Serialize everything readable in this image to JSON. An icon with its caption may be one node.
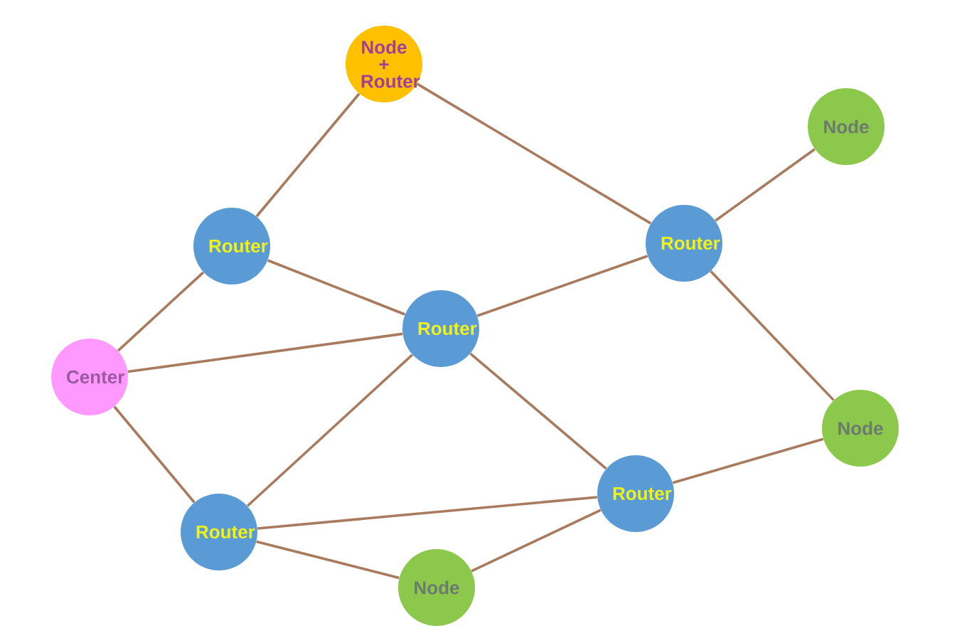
{
  "diagram": {
    "nodes": [
      {
        "text": [
          "Node + Router"
        ]
      },
      {
        "text": [
          "Node"
        ]
      },
      {
        "text": [
          "Router"
        ]
      },
      {
        "text": [
          "Router"
        ]
      },
      {
        "text": [
          "Router"
        ]
      },
      {
        "text": [
          "Center"
        ]
      },
      {
        "text": [
          "Node"
        ]
      },
      {
        "text": [
          "Router"
        ]
      },
      {
        "text": [
          "Router"
        ]
      },
      {
        "text": [
          "Node"
        ]
      }
    ],
    "edges": [
      {
        "from": 0,
        "to": 3,
        "arrow": "none"
      },
      {
        "from": 0,
        "to": 2,
        "arrow": "none"
      },
      {
        "from": 2,
        "to": 1,
        "arrow": "none"
      },
      {
        "from": 2,
        "to": 4,
        "arrow": "none"
      },
      {
        "from": 2,
        "to": 6,
        "arrow": "none"
      },
      {
        "from": 3,
        "to": 5,
        "arrow": "none"
      },
      {
        "from": 3,
        "to": 4,
        "arrow": "none"
      },
      {
        "from": 5,
        "to": 4,
        "arrow": "none"
      },
      {
        "from": 5,
        "to": 8,
        "arrow": "none"
      },
      {
        "from": 4,
        "to": 8,
        "arrow": "none"
      },
      {
        "from": 4,
        "to": 7,
        "arrow": "none"
      },
      {
        "from": 7,
        "to": 6,
        "arrow": "none"
      },
      {
        "from": 8,
        "to": 7,
        "arrow": "none"
      },
      {
        "from": 8,
        "to": 9,
        "arrow": "none"
      },
      {
        "from": 9,
        "to": 7,
        "arrow": "none"
      }
    ]
  }
}
